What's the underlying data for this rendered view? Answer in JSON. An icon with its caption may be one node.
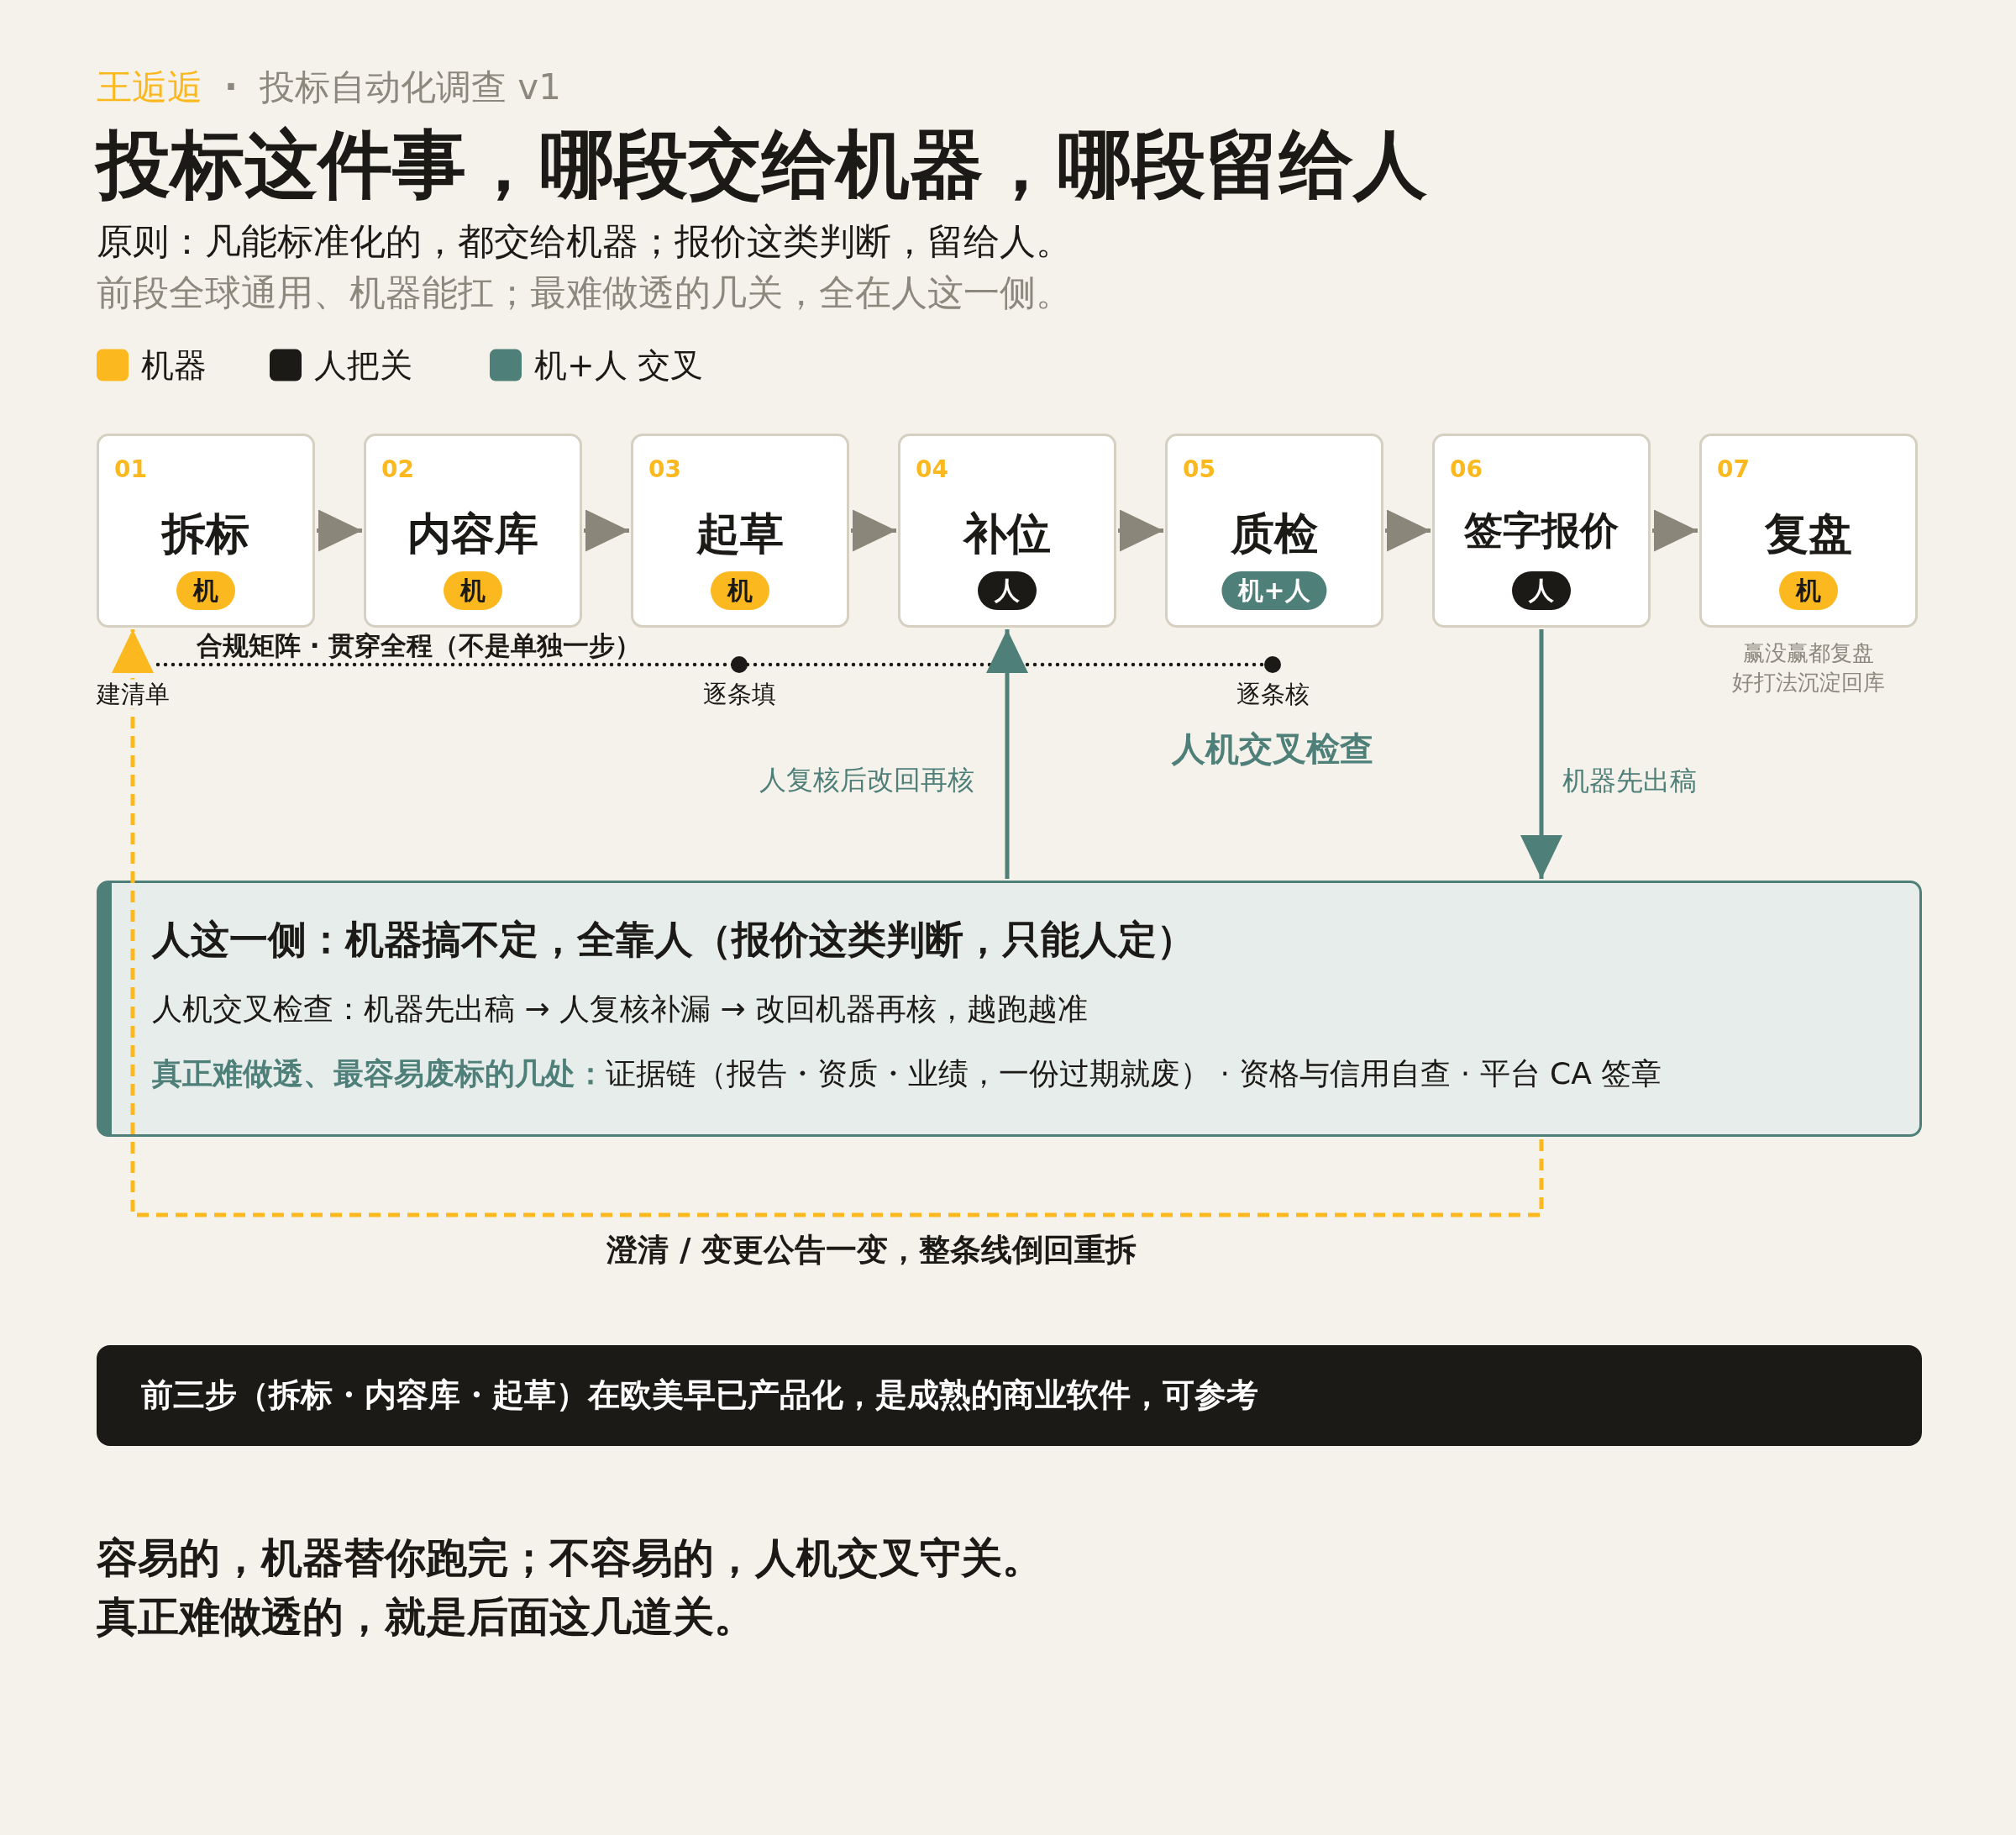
{
  "diagram": {
    "title": "投标这件事，哪段交给机器，哪段留给人",
    "nodes": [
      {
        "text": [
          "01",
          "拆标"
        ]
      },
      {
        "text": [
          "机"
        ],
        "in": 0
      },
      {
        "text": [
          "02",
          "内容库"
        ]
      },
      {
        "text": [
          "机"
        ],
        "in": 2
      },
      {
        "text": [
          "03",
          "起草"
        ]
      },
      {
        "text": [
          "机"
        ],
        "in": 4
      },
      {
        "text": [
          "04",
          "补位"
        ]
      },
      {
        "text": [
          "人"
        ],
        "in": 6
      },
      {
        "text": [
          "05",
          "质检"
        ]
      },
      {
        "text": [
          "机+人"
        ],
        "in": 8
      },
      {
        "text": [
          "06",
          "签字报价"
        ]
      },
      {
        "text": [
          "人"
        ],
        "in": 10
      },
      {
        "text": [
          "07",
          "复盘"
        ],
        "beside": [
          "赢没赢都复盘",
          "好打法沉淀回库"
        ]
      },
      {
        "text": [
          "机"
        ],
        "in": 12
      },
      {
        "text": [
          "人这一侧：机器搞不定，全靠人（报价这类判断，只能人定）",
          "人机交叉检查：机器先出稿 → 人复核补漏 → 改回机器再核，越跑越准",
          "**真正难做透、最容易废标的几处：**证据链（报告・资质・业绩，一份过期就废） · 资格与信用自查 · 平台 CA 签章"
        ]
      },
      {
        "text": [
          "前三步（拆标・内容库・起草）在欧美早已产品化，是成熟的商业软件，可参考"
        ]
      }
    ],
    "edges": [
      {
        "from": 0,
        "to": 2,
        "arrow": "to"
      },
      {
        "from": 2,
        "to": 4,
        "arrow": "to"
      },
      {
        "from": 4,
        "to": 6,
        "arrow": "to"
      },
      {
        "from": 6,
        "to": 8,
        "arrow": "to"
      },
      {
        "from": 8,
        "to": 10,
        "arrow": "to"
      },
      {
        "from": 10,
        "to": 12,
        "arrow": "to"
      },
      {
        "from": 14,
        "to": 6,
        "arrow": "to",
        "label": "人复核后改回再核",
        "color": "#4e7f78"
      },
      {
        "from": 10,
        "to": 14,
        "arrow": "to",
        "label": "机器先出稿",
        "color": "#4e7f78"
      },
      {
        "from": 14,
        "to": 0,
        "arrow": "to",
        "label": "澄清 / 变更公告一变，整条线倒回重拆",
        "style": "dashed",
        "color": "#fbb91f"
      }
    ],
    "labels": [
      "王逅逅",
      "·",
      "投标自动化调查 v1",
      "原则：凡能标准化的，都交给机器；报价这类判断，留给人。",
      "前段全球通用、机器能扛；最难做透的几关，全在人这一侧。",
      "合规矩阵 · 贯穿全程（不是单独一步）",
      "建清单",
      "逐条填",
      "逐条核",
      "人机交叉检查",
      "容易的，机器替你跑完；不容易的，人机交叉守关。",
      "真正难做透的，就是后面这几道关。"
    ],
    "legend": [
      {
        "text": "机器",
        "color": "#fbb91f"
      },
      {
        "text": "人把关",
        "color": "#1c1a17"
      },
      {
        "text": "机+人 交叉",
        "color": "#4e7f78"
      }
    ]
  }
}
